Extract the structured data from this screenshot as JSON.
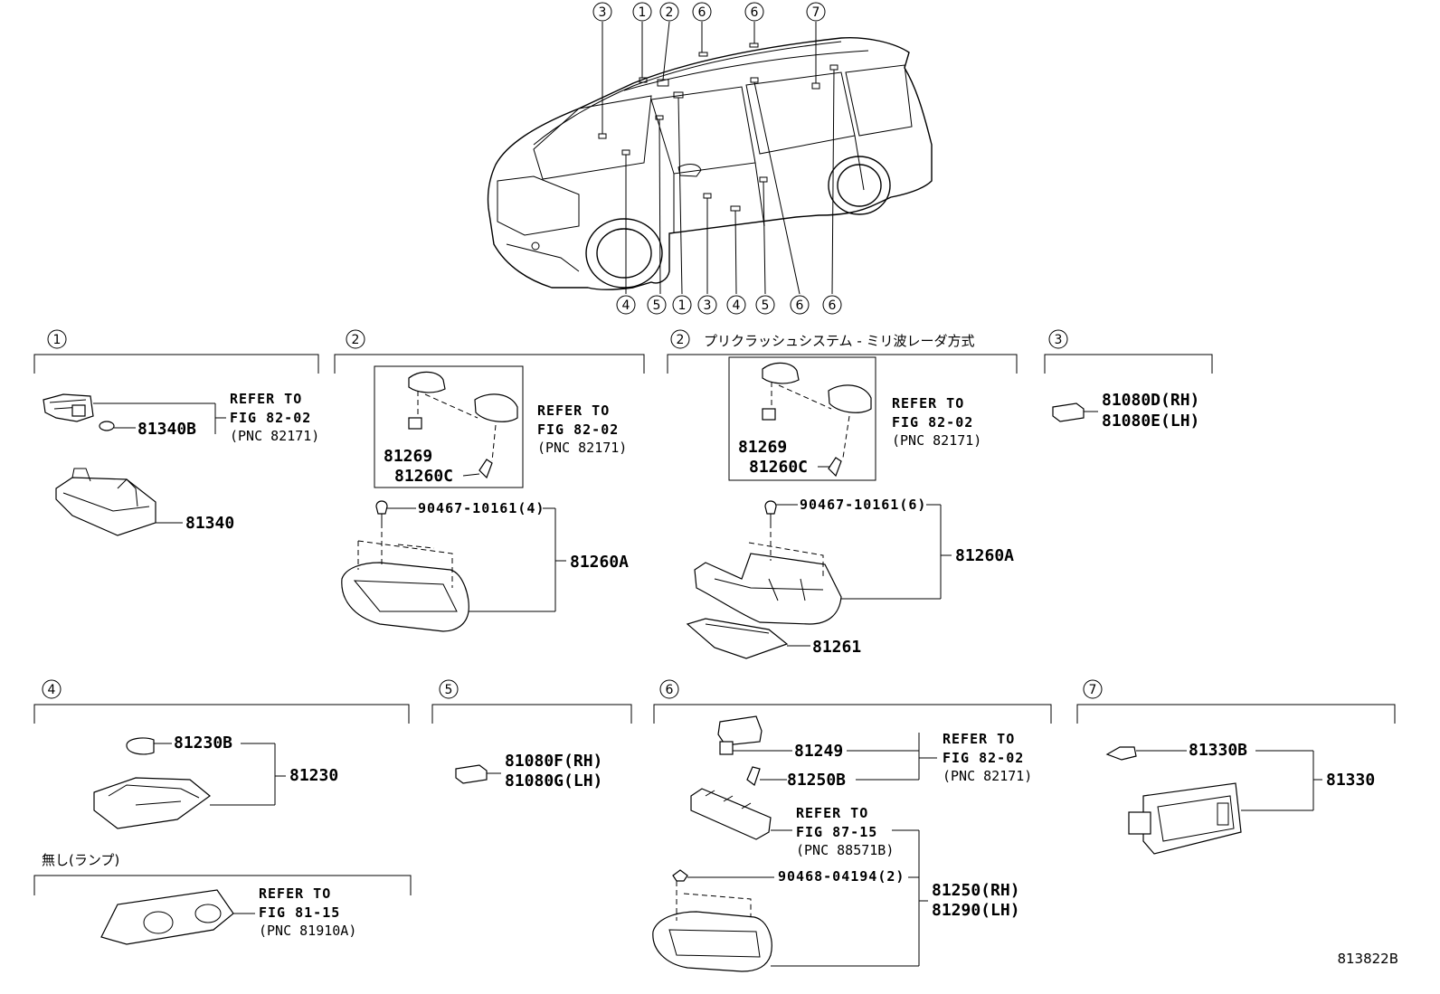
{
  "top_callouts": [
    "3",
    "1",
    "2",
    "6",
    "6",
    "7"
  ],
  "bottom_callouts": [
    "4",
    "5",
    "1",
    "3",
    "4",
    "5",
    "6",
    "6"
  ],
  "sections": {
    "s1": {
      "num": "1",
      "refer": [
        "REFER TO",
        "FIG 82-02",
        "(PNC 82171)"
      ],
      "parts": [
        "81340B",
        "81340"
      ]
    },
    "s2": {
      "num": "2",
      "refer": [
        "REFER TO",
        "FIG 82-02",
        "(PNC 82171)"
      ],
      "parts": [
        "81269",
        "81260C",
        "90467-10161(4)",
        "81260A"
      ]
    },
    "s2b": {
      "num": "2",
      "title": "プリクラッシュシステム - ミリ波レーダ方式",
      "refer": [
        "REFER TO",
        "FIG 82-02",
        "(PNC 82171)"
      ],
      "parts": [
        "81269",
        "81260C",
        "90467-10161(6)",
        "81260A",
        "81261"
      ]
    },
    "s3": {
      "num": "3",
      "parts": [
        "81080D(RH)",
        "81080E(LH)"
      ]
    },
    "s4": {
      "num": "4",
      "parts": [
        "81230B",
        "81230"
      ],
      "note": "無し(ランプ)",
      "refer": [
        "REFER TO",
        "FIG 81-15",
        "(PNC 81910A)"
      ]
    },
    "s5": {
      "num": "5",
      "parts": [
        "81080F(RH)",
        "81080G(LH)"
      ]
    },
    "s6": {
      "num": "6",
      "refer1": [
        "REFER TO",
        "FIG 82-02",
        "(PNC 82171)"
      ],
      "refer2": [
        "REFER TO",
        "FIG 87-15",
        "(PNC 88571B)"
      ],
      "parts": [
        "81249",
        "81250B",
        "90468-04194(2)",
        "81250(RH)",
        "81290(LH)"
      ]
    },
    "s7": {
      "num": "7",
      "parts": [
        "81330B",
        "81330"
      ]
    }
  },
  "figure_code": "813822B"
}
